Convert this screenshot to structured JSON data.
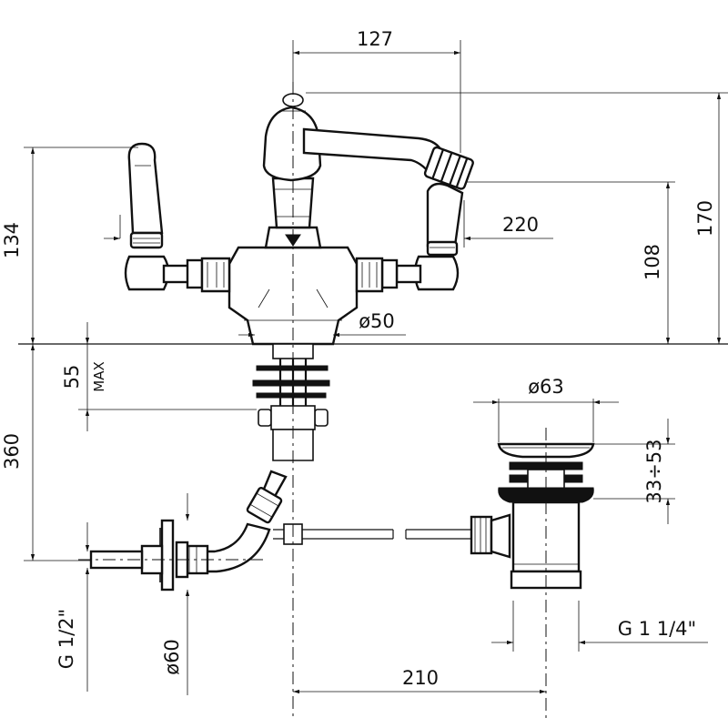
{
  "dimensions": {
    "width_127": "127",
    "height_170": "170",
    "height_134": "134",
    "reach_220": "220",
    "height_108": "108",
    "dia_50": "ø50",
    "deck_55": "55",
    "deck_max": "MAX",
    "length_360": "360",
    "dia_63": "ø63",
    "range_33_53": "33÷53",
    "thread_g12": "G 1/2\"",
    "dia_60": "ø60",
    "distance_210": "210",
    "thread_g114": "G 1 1/4\""
  },
  "colors": {
    "line": "#111111",
    "background": "#ffffff"
  }
}
